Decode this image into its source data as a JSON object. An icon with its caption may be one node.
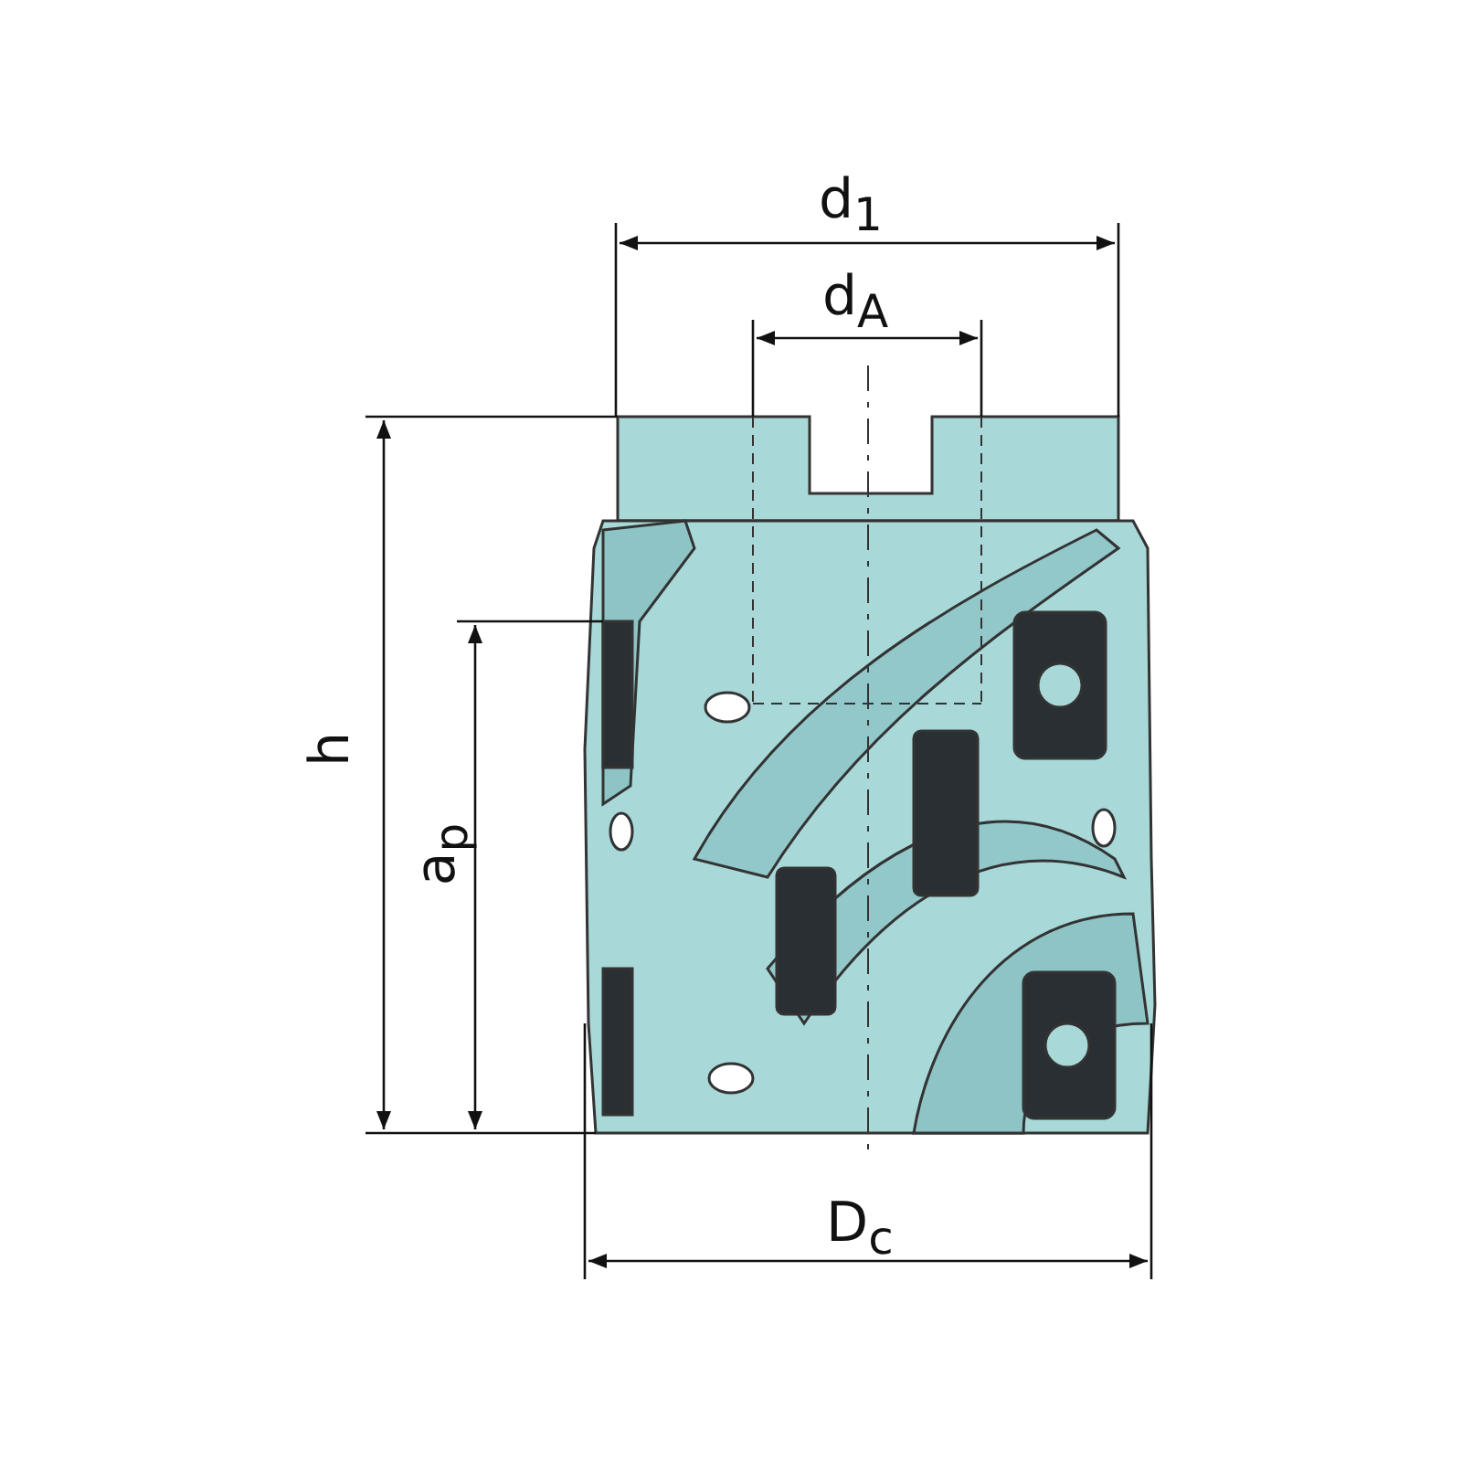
{
  "diagram": {
    "labels": [
      "d$_{1}$",
      "d$_{A}$",
      "h",
      "a$_{p}$",
      "D$_{c}$"
    ]
  }
}
